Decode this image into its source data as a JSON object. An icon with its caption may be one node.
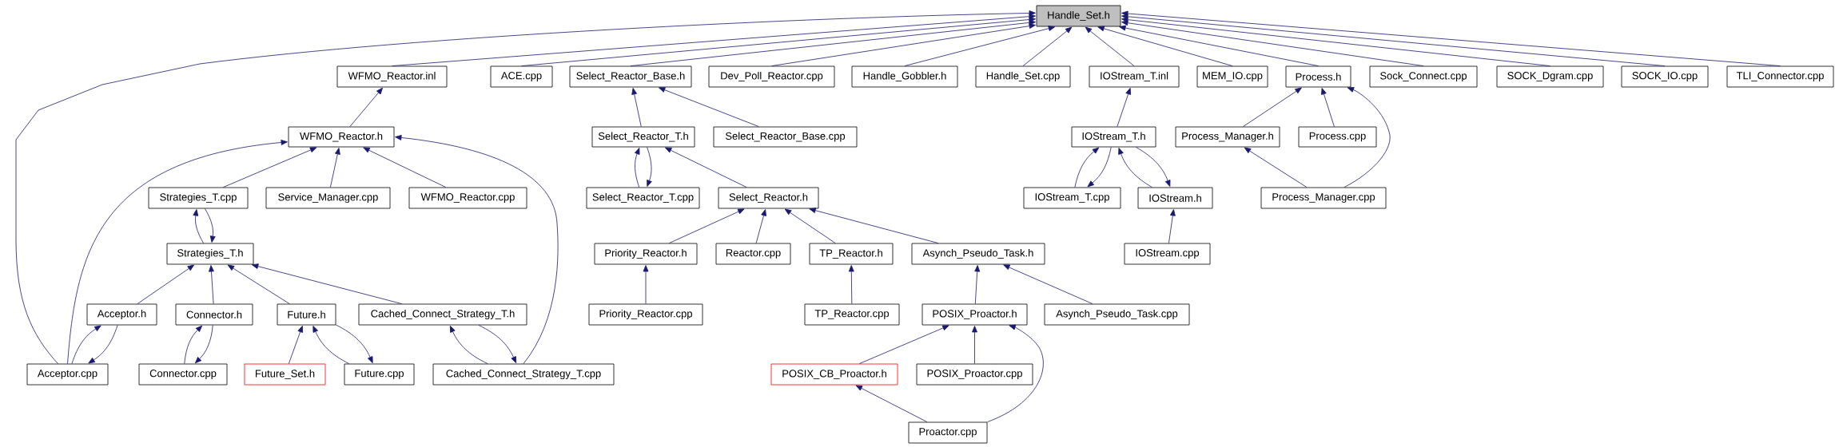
{
  "diagram": {
    "nodes": [
      {
        "text": [
          "Handle_Set.h"
        ]
      },
      {
        "text": [
          "WFMO_Reactor.inl"
        ]
      },
      {
        "text": [
          "ACE.cpp"
        ]
      },
      {
        "text": [
          "Select_Reactor_Base.h"
        ]
      },
      {
        "text": [
          "Dev_Poll_Reactor.cpp"
        ]
      },
      {
        "text": [
          "Handle_Gobbler.h"
        ]
      },
      {
        "text": [
          "Handle_Set.cpp"
        ]
      },
      {
        "text": [
          "IOStream_T.inl"
        ]
      },
      {
        "text": [
          "MEM_IO.cpp"
        ]
      },
      {
        "text": [
          "Process.h"
        ]
      },
      {
        "text": [
          "Sock_Connect.cpp"
        ]
      },
      {
        "text": [
          "SOCK_Dgram.cpp"
        ]
      },
      {
        "text": [
          "SOCK_IO.cpp"
        ]
      },
      {
        "text": [
          "TLI_Connector.cpp"
        ]
      },
      {
        "text": [
          "WFMO_Reactor.h"
        ]
      },
      {
        "text": [
          "Select_Reactor_T.h"
        ]
      },
      {
        "text": [
          "Select_Reactor_Base.cpp"
        ]
      },
      {
        "text": [
          "IOStream_T.h"
        ]
      },
      {
        "text": [
          "Process_Manager.h"
        ]
      },
      {
        "text": [
          "Process.cpp"
        ]
      },
      {
        "text": [
          "Strategies_T.cpp"
        ]
      },
      {
        "text": [
          "Service_Manager.cpp"
        ]
      },
      {
        "text": [
          "WFMO_Reactor.cpp"
        ]
      },
      {
        "text": [
          "Select_Reactor_T.cpp"
        ]
      },
      {
        "text": [
          "Select_Reactor.h"
        ]
      },
      {
        "text": [
          "IOStream_T.cpp"
        ]
      },
      {
        "text": [
          "IOStream.h"
        ]
      },
      {
        "text": [
          "Process_Manager.cpp"
        ]
      },
      {
        "text": [
          "Strategies_T.h"
        ]
      },
      {
        "text": [
          "Priority_Reactor.h"
        ]
      },
      {
        "text": [
          "Reactor.cpp"
        ]
      },
      {
        "text": [
          "TP_Reactor.h"
        ]
      },
      {
        "text": [
          "Asynch_Pseudo_Task.h"
        ]
      },
      {
        "text": [
          "IOStream.cpp"
        ]
      },
      {
        "text": [
          "Acceptor.h"
        ]
      },
      {
        "text": [
          "Connector.h"
        ]
      },
      {
        "text": [
          "Future.h"
        ]
      },
      {
        "text": [
          "Cached_Connect_Strategy_T.h"
        ]
      },
      {
        "text": [
          "Priority_Reactor.cpp"
        ]
      },
      {
        "text": [
          "TP_Reactor.cpp"
        ]
      },
      {
        "text": [
          "POSIX_Proactor.h"
        ]
      },
      {
        "text": [
          "Asynch_Pseudo_Task.cpp"
        ]
      },
      {
        "text": [
          "Acceptor.cpp"
        ]
      },
      {
        "text": [
          "Connector.cpp"
        ]
      },
      {
        "text": [
          "Future_Set.h"
        ]
      },
      {
        "text": [
          "Future.cpp"
        ]
      },
      {
        "text": [
          "Cached_Connect_Strategy_T.cpp"
        ]
      },
      {
        "text": [
          "POSIX_CB_Proactor.h"
        ]
      },
      {
        "text": [
          "POSIX_Proactor.cpp"
        ]
      },
      {
        "text": [
          "Proactor.cpp"
        ]
      }
    ],
    "edges": [
      {
        "from": 42,
        "to": 0,
        "arrow": "to"
      },
      {
        "from": 1,
        "to": 0,
        "arrow": "to"
      },
      {
        "from": 2,
        "to": 0,
        "arrow": "to"
      },
      {
        "from": 3,
        "to": 0,
        "arrow": "to"
      },
      {
        "from": 4,
        "to": 0,
        "arrow": "to"
      },
      {
        "from": 5,
        "to": 0,
        "arrow": "to"
      },
      {
        "from": 6,
        "to": 0,
        "arrow": "to"
      },
      {
        "from": 7,
        "to": 0,
        "arrow": "to"
      },
      {
        "from": 8,
        "to": 0,
        "arrow": "to"
      },
      {
        "from": 9,
        "to": 0,
        "arrow": "to"
      },
      {
        "from": 10,
        "to": 0,
        "arrow": "to"
      },
      {
        "from": 11,
        "to": 0,
        "arrow": "to"
      },
      {
        "from": 12,
        "to": 0,
        "arrow": "to"
      },
      {
        "from": 13,
        "to": 0,
        "arrow": "to"
      },
      {
        "from": 14,
        "to": 1,
        "arrow": "to"
      },
      {
        "from": 15,
        "to": 3,
        "arrow": "to"
      },
      {
        "from": 16,
        "to": 3,
        "arrow": "to"
      },
      {
        "from": 17,
        "to": 7,
        "arrow": "to"
      },
      {
        "from": 18,
        "to": 9,
        "arrow": "to"
      },
      {
        "from": 19,
        "to": 9,
        "arrow": "to"
      },
      {
        "from": 27,
        "to": 9,
        "arrow": "to"
      },
      {
        "from": 20,
        "to": 14,
        "arrow": "to"
      },
      {
        "from": 21,
        "to": 14,
        "arrow": "to"
      },
      {
        "from": 22,
        "to": 14,
        "arrow": "to"
      },
      {
        "from": 42,
        "to": 14,
        "arrow": "to"
      },
      {
        "from": 46,
        "to": 14,
        "arrow": "to"
      },
      {
        "from": 23,
        "to": 15,
        "arrow": "to"
      },
      {
        "from": 15,
        "to": 23,
        "arrow": "to"
      },
      {
        "from": 24,
        "to": 15,
        "arrow": "to"
      },
      {
        "from": 25,
        "to": 17,
        "arrow": "to"
      },
      {
        "from": 17,
        "to": 25,
        "arrow": "to"
      },
      {
        "from": 26,
        "to": 17,
        "arrow": "to"
      },
      {
        "from": 17,
        "to": 26,
        "arrow": "to"
      },
      {
        "from": 27,
        "to": 18,
        "arrow": "to"
      },
      {
        "from": 28,
        "to": 20,
        "arrow": "to"
      },
      {
        "from": 20,
        "to": 28,
        "arrow": "to"
      },
      {
        "from": 29,
        "to": 24,
        "arrow": "to"
      },
      {
        "from": 30,
        "to": 24,
        "arrow": "to"
      },
      {
        "from": 31,
        "to": 24,
        "arrow": "to"
      },
      {
        "from": 32,
        "to": 24,
        "arrow": "to"
      },
      {
        "from": 33,
        "to": 26,
        "arrow": "to"
      },
      {
        "from": 34,
        "to": 28,
        "arrow": "to"
      },
      {
        "from": 35,
        "to": 28,
        "arrow": "to"
      },
      {
        "from": 36,
        "to": 28,
        "arrow": "to"
      },
      {
        "from": 37,
        "to": 28,
        "arrow": "to"
      },
      {
        "from": 38,
        "to": 29,
        "arrow": "to"
      },
      {
        "from": 39,
        "to": 31,
        "arrow": "to"
      },
      {
        "from": 40,
        "to": 32,
        "arrow": "to"
      },
      {
        "from": 41,
        "to": 32,
        "arrow": "to"
      },
      {
        "from": 42,
        "to": 34,
        "arrow": "to"
      },
      {
        "from": 34,
        "to": 42,
        "arrow": "to"
      },
      {
        "from": 43,
        "to": 35,
        "arrow": "to"
      },
      {
        "from": 35,
        "to": 43,
        "arrow": "to"
      },
      {
        "from": 44,
        "to": 36,
        "arrow": "to"
      },
      {
        "from": 45,
        "to": 36,
        "arrow": "to"
      },
      {
        "from": 36,
        "to": 45,
        "arrow": "to"
      },
      {
        "from": 46,
        "to": 37,
        "arrow": "to"
      },
      {
        "from": 37,
        "to": 46,
        "arrow": "to"
      },
      {
        "from": 47,
        "to": 40,
        "arrow": "to"
      },
      {
        "from": 48,
        "to": 40,
        "arrow": "to"
      },
      {
        "from": 49,
        "to": 40,
        "arrow": "to"
      },
      {
        "from": 49,
        "to": 47,
        "arrow": "to"
      }
    ]
  }
}
